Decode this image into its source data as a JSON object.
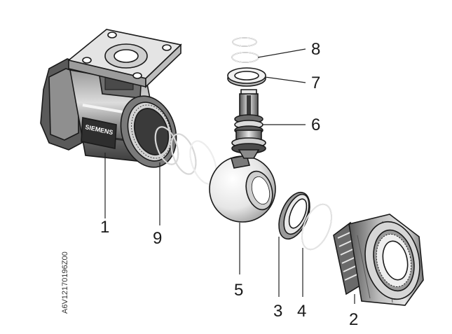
{
  "drawing": {
    "document_id": "A6V12170196Z00",
    "brand_text": "SIEMENS"
  },
  "callouts": [
    {
      "id": "1",
      "label": "1"
    },
    {
      "id": "2",
      "label": "2"
    },
    {
      "id": "3",
      "label": "3"
    },
    {
      "id": "4",
      "label": "4"
    },
    {
      "id": "5",
      "label": "5"
    },
    {
      "id": "6",
      "label": "6"
    },
    {
      "id": "7",
      "label": "7"
    },
    {
      "id": "8",
      "label": "8"
    },
    {
      "id": "9",
      "label": "9"
    }
  ],
  "colors": {
    "outline": "#1a1a1a",
    "body_dark": "#4a4a4a",
    "body_mid": "#8a8a8a",
    "body_light": "#d4d4d4",
    "highlight": "#f2f2f2"
  }
}
